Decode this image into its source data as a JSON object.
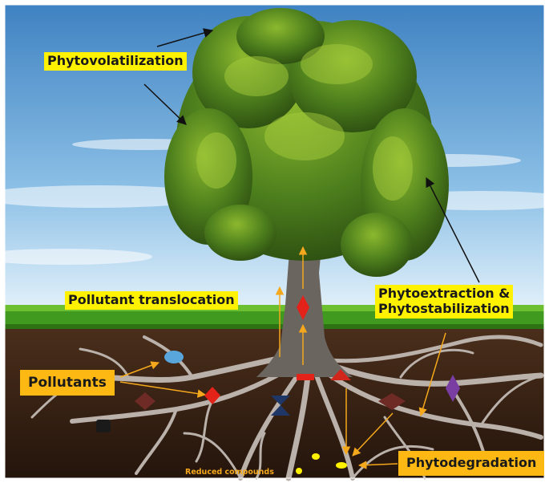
{
  "labels": {
    "phytovolatilization": "Phytovolatilization",
    "pollutant_translocation": "Pollutant translocation",
    "phytoextraction": "Phytoextraction &\nPhytostabilization",
    "pollutants": "Pollutants",
    "phytodegradation": "Phytodegradation",
    "reduced_compounds": "Reduced compounds"
  },
  "colors": {
    "sky_top": "#4f8fc8",
    "sky_bottom": "#cfe6f5",
    "grass": "#3f9a1f",
    "soil": "#3a2416",
    "foliage": "#3f6e1a",
    "root": "#b9b1aa",
    "label_bg": "#fff200",
    "arrow_orange": "#f5a81c",
    "arrow_black": "#111111"
  }
}
